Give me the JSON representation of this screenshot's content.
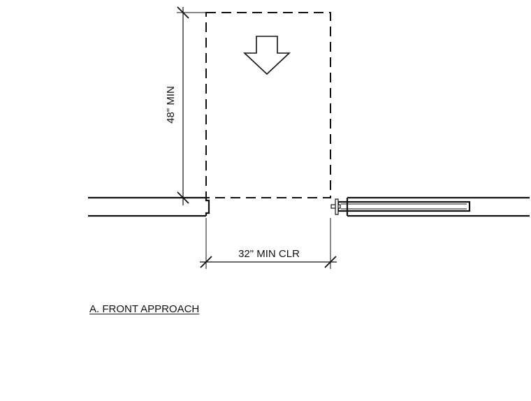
{
  "diagram": {
    "depth_dimension_label": "48\" MIN",
    "width_dimension_label": "32\" MIN CLR",
    "caption": "A. FRONT APPROACH",
    "approach_arrow_icon": "arrow-down-icon",
    "colors": {
      "line": "#111111",
      "background": "#ffffff"
    }
  }
}
